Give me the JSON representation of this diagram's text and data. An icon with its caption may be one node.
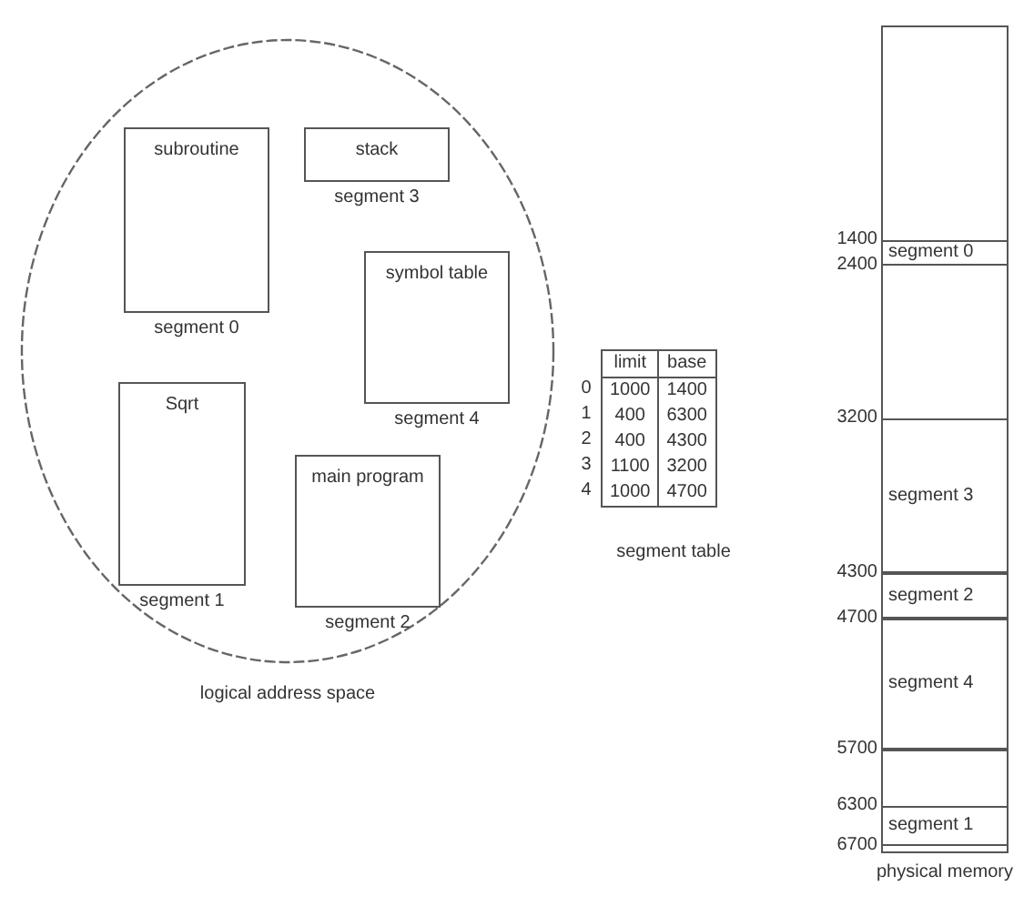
{
  "diagram": {
    "nodes": [
      {
        "text": [
          "logical address space"
        ]
      },
      {
        "text": [
          "subroutine",
          "segment 0"
        ],
        "in": 0
      },
      {
        "text": [
          "stack",
          "segment 3"
        ],
        "in": 0
      },
      {
        "text": [
          "symbol table",
          "segment 4"
        ],
        "in": 0
      },
      {
        "text": [
          "Sqrt",
          "segment 1"
        ],
        "in": 0
      },
      {
        "text": [
          "main program",
          "segment 2"
        ],
        "in": 0
      },
      {
        "text": [
          "segment table"
        ]
      },
      {
        "text": [
          "physical memory"
        ]
      },
      {
        "text": [
          "segment 0"
        ],
        "in": 7
      },
      {
        "text": [
          "segment 3"
        ],
        "in": 7
      },
      {
        "text": [
          "segment 2"
        ],
        "in": 7
      },
      {
        "text": [
          "segment 4"
        ],
        "in": 7
      },
      {
        "text": [
          "segment 1"
        ],
        "in": 7
      }
    ],
    "edges": [],
    "labels": [
      "limit",
      "base",
      "0",
      "1000",
      "1400",
      "1",
      "400",
      "6300",
      "2",
      "400",
      "4300",
      "3",
      "1100",
      "3200",
      "4",
      "1000",
      "4700",
      "1400",
      "2400",
      "3200",
      "4300",
      "4700",
      "5700",
      "6300",
      "6700"
    ]
  }
}
